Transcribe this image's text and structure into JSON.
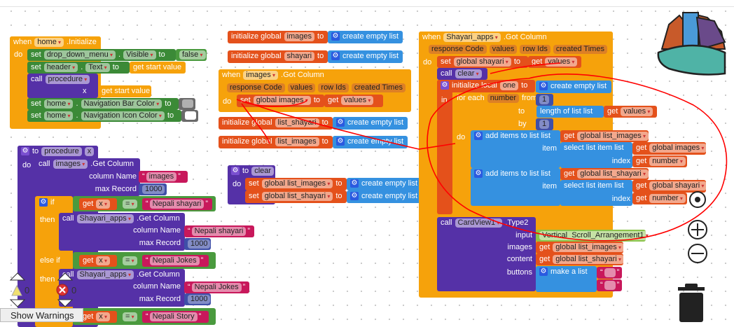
{
  "colors": {
    "event": "#f6a20b",
    "control": "#f6a20b",
    "comp_set": "#3b8a37",
    "logic": "#4a9a3e",
    "proc": "#5531a7",
    "var": "#e4511b",
    "list": "#3591e0",
    "text": "#c8185b",
    "num": "#3f4fa8",
    "comp_block": "#8bc34a",
    "color": "#6a6a6a",
    "label": "transparent",
    "annotation": "#ff0000"
  },
  "blocks": {
    "a_box": {
      "kind": "event",
      "segments": []
    },
    "a_hdr": {
      "kind": "event",
      "segments": [
        {
          "label": "when"
        },
        {
          "dropdown": "home"
        },
        {
          "label": ".Initialize"
        }
      ]
    },
    "a_do": {
      "kind": "label",
      "segments": [
        {
          "label": "do"
        }
      ]
    },
    "a1": {
      "kind": "comp_set",
      "segments": [
        {
          "label": "set"
        },
        {
          "dropdown": "drop_down_menu"
        },
        {
          "label": "."
        },
        {
          "dropdown": "Visible"
        },
        {
          "label": "to"
        }
      ]
    },
    "a1v": {
      "kind": "logic",
      "segments": [
        {
          "dropdown": "false"
        }
      ]
    },
    "a2": {
      "kind": "comp_set",
      "segments": [
        {
          "label": "set"
        },
        {
          "dropdown": "header"
        },
        {
          "label": "."
        },
        {
          "dropdown": "Text"
        },
        {
          "label": "to"
        }
      ]
    },
    "a2v": {
      "kind": "event",
      "segments": [
        {
          "label": "get start value"
        }
      ]
    },
    "a3": {
      "kind": "proc",
      "segments": [
        {
          "label": "call"
        },
        {
          "dropdown": "procedure"
        }
      ]
    },
    "a3x": {
      "kind": "label",
      "segments": [
        {
          "label": "x"
        }
      ]
    },
    "a3v": {
      "kind": "event",
      "segments": [
        {
          "label": "get start value"
        }
      ]
    },
    "a4": {
      "kind": "comp_set",
      "segments": [
        {
          "label": "set"
        },
        {
          "dropdown": "home"
        },
        {
          "label": "."
        },
        {
          "dropdown": "Navigation Bar Color"
        },
        {
          "label": "to"
        }
      ]
    },
    "a4v": {
      "kind": "color",
      "segments": [
        {
          "swatch": "#b0b0b0"
        }
      ]
    },
    "a5": {
      "kind": "comp_set",
      "segments": [
        {
          "label": "set"
        },
        {
          "dropdown": "home"
        },
        {
          "label": "."
        },
        {
          "dropdown": "Navigation Icon Color"
        },
        {
          "label": "to"
        }
      ]
    },
    "a5v": {
      "kind": "color",
      "segments": [
        {
          "swatch": "#ffffff"
        }
      ]
    },
    "b1": {
      "kind": "var",
      "segments": [
        {
          "label": "initialize global"
        },
        {
          "name": "images"
        },
        {
          "label": "to"
        }
      ]
    },
    "b1l": {
      "kind": "list",
      "segments": [
        {
          "icon": "gear"
        },
        {
          "label": "create empty list"
        }
      ]
    },
    "b2": {
      "kind": "var",
      "segments": [
        {
          "label": "initialize global"
        },
        {
          "name": "shayari"
        },
        {
          "label": "to"
        }
      ]
    },
    "b2l": {
      "kind": "list",
      "segments": [
        {
          "icon": "gear"
        },
        {
          "label": "create empty list"
        }
      ]
    },
    "c_box": {
      "kind": "event",
      "segments": []
    },
    "c_hdr": {
      "kind": "event",
      "segments": [
        {
          "label": "when"
        },
        {
          "dropdown": "images"
        },
        {
          "label": ".Got Column"
        }
      ]
    },
    "c_params": {
      "kind": "label",
      "segments": [
        {
          "name": "response Code"
        },
        {
          "name": "values"
        },
        {
          "name": "row Ids"
        },
        {
          "name": "created Times"
        }
      ]
    },
    "c_do": {
      "kind": "label",
      "segments": [
        {
          "label": "do"
        }
      ]
    },
    "c1": {
      "kind": "var",
      "segments": [
        {
          "label": "set"
        },
        {
          "dropdown": "global images"
        },
        {
          "label": "to"
        }
      ]
    },
    "c1v": {
      "kind": "var",
      "segments": [
        {
          "label": "get"
        },
        {
          "dropdown": "values"
        }
      ]
    },
    "d1": {
      "kind": "var",
      "segments": [
        {
          "label": "initialize global"
        },
        {
          "name": "list_shayari"
        },
        {
          "label": "to"
        }
      ]
    },
    "d1l": {
      "kind": "list",
      "segments": [
        {
          "icon": "gear"
        },
        {
          "label": "create empty list"
        }
      ]
    },
    "d2": {
      "kind": "var",
      "segments": [
        {
          "label": "initialize global"
        },
        {
          "name": "list_images"
        },
        {
          "label": "to"
        }
      ]
    },
    "d2l": {
      "kind": "list",
      "segments": [
        {
          "icon": "gear"
        },
        {
          "label": "create empty list"
        }
      ]
    },
    "e_box": {
      "kind": "proc",
      "segments": []
    },
    "e_hdr": {
      "kind": "proc",
      "segments": [
        {
          "icon": "gear"
        },
        {
          "label": "to"
        },
        {
          "name": "clear"
        }
      ]
    },
    "e_do": {
      "kind": "label",
      "segments": [
        {
          "label": "do"
        }
      ]
    },
    "e1": {
      "kind": "var",
      "segments": [
        {
          "label": "set"
        },
        {
          "dropdown": "global list_images"
        },
        {
          "label": "to"
        }
      ]
    },
    "e1l": {
      "kind": "list",
      "segments": [
        {
          "icon": "gear"
        },
        {
          "label": "create empty list"
        }
      ]
    },
    "e2": {
      "kind": "var",
      "segments": [
        {
          "label": "set"
        },
        {
          "dropdown": "global list_shayari"
        },
        {
          "label": "to"
        }
      ]
    },
    "e2l": {
      "kind": "list",
      "segments": [
        {
          "icon": "gear"
        },
        {
          "label": "create empty list"
        }
      ]
    },
    "f_box": {
      "kind": "proc",
      "segments": []
    },
    "f_hdr": {
      "kind": "proc",
      "segments": [
        {
          "icon": "gear"
        },
        {
          "label": "to"
        },
        {
          "name": "procedure"
        },
        {
          "name": "x"
        }
      ]
    },
    "f_do": {
      "kind": "label",
      "segments": [
        {
          "label": "do"
        }
      ]
    },
    "f1": {
      "kind": "proc",
      "segments": [
        {
          "label": "call"
        },
        {
          "dropdown": "images"
        },
        {
          "label": ".Get Column"
        }
      ]
    },
    "f1a": {
      "kind": "label",
      "segments": [
        {
          "label": "column Name"
        }
      ]
    },
    "f1b": {
      "kind": "label",
      "segments": [
        {
          "label": "max Record"
        }
      ]
    },
    "f1av": {
      "kind": "text",
      "segments": [
        {
          "string": "images"
        }
      ]
    },
    "f1bv": {
      "kind": "num",
      "segments": [
        {
          "number": "1000"
        }
      ]
    },
    "f_if": {
      "kind": "control",
      "segments": []
    },
    "f_if_h": {
      "kind": "label",
      "segments": [
        {
          "icon": "gear"
        },
        {
          "label": "if"
        }
      ]
    },
    "f_then": {
      "kind": "label",
      "segments": [
        {
          "label": "then"
        }
      ]
    },
    "f_elseif": {
      "kind": "label",
      "segments": [
        {
          "label": "else if"
        }
      ]
    },
    "f_then2": {
      "kind": "label",
      "segments": [
        {
          "label": "then"
        }
      ]
    },
    "f_c1": {
      "kind": "logic",
      "segments": []
    },
    "f_c1g": {
      "kind": "var",
      "segments": [
        {
          "label": "get"
        },
        {
          "dropdown": "x"
        }
      ]
    },
    "f_c1e": {
      "kind": "logic",
      "segments": [
        {
          "dropdown": "="
        }
      ]
    },
    "f_c1t": {
      "kind": "text",
      "segments": [
        {
          "string": "Nepali shayari"
        }
      ]
    },
    "f2": {
      "kind": "proc",
      "segments": [
        {
          "label": "call"
        },
        {
          "dropdown": "Shayari_apps"
        },
        {
          "label": ".Get Column"
        }
      ]
    },
    "f2a": {
      "kind": "label",
      "segments": [
        {
          "label": "column Name"
        }
      ]
    },
    "f2b": {
      "kind": "label",
      "segments": [
        {
          "label": "max Record"
        }
      ]
    },
    "f2av": {
      "kind": "text",
      "segments": [
        {
          "string": "Nepali shayari"
        }
      ]
    },
    "f2bv": {
      "kind": "num",
      "segments": [
        {
          "number": "1000"
        }
      ]
    },
    "f_c2": {
      "kind": "logic",
      "segments": []
    },
    "f_c2g": {
      "kind": "var",
      "segments": [
        {
          "label": "get"
        },
        {
          "dropdown": "x"
        }
      ]
    },
    "f_c2e": {
      "kind": "logic",
      "segments": [
        {
          "dropdown": "="
        }
      ]
    },
    "f_c2t": {
      "kind": "text",
      "segments": [
        {
          "string": "Nepali Jokes"
        }
      ]
    },
    "f3": {
      "kind": "proc",
      "segments": [
        {
          "label": "call"
        },
        {
          "dropdown": "Shayari_apps"
        },
        {
          "label": ".Get Column"
        }
      ]
    },
    "f3a": {
      "kind": "label",
      "segments": [
        {
          "label": "column Name"
        }
      ]
    },
    "f3b": {
      "kind": "label",
      "segments": [
        {
          "label": "max Record"
        }
      ]
    },
    "f3av": {
      "kind": "text",
      "segments": [
        {
          "string": "Nepali Jokes"
        }
      ]
    },
    "f3bv": {
      "kind": "num",
      "segments": [
        {
          "number": "1000"
        }
      ]
    },
    "f_c3": {
      "kind": "logic",
      "segments": []
    },
    "f_c3g": {
      "kind": "var",
      "segments": [
        {
          "label": "get"
        },
        {
          "dropdown": "x"
        }
      ]
    },
    "f_c3e": {
      "kind": "logic",
      "segments": [
        {
          "dropdown": "="
        }
      ]
    },
    "f_c3t": {
      "kind": "text",
      "segments": [
        {
          "string": "Nepali Story"
        }
      ]
    },
    "g_box": {
      "kind": "event",
      "segments": []
    },
    "g_hdr": {
      "kind": "event",
      "segments": [
        {
          "label": "when"
        },
        {
          "dropdown": "Shayari_apps"
        },
        {
          "label": ".Got Column"
        }
      ]
    },
    "g_params": {
      "kind": "label",
      "segments": [
        {
          "name": "response Code"
        },
        {
          "name": "values"
        },
        {
          "name": "row Ids"
        },
        {
          "name": "created Times"
        }
      ]
    },
    "g_do": {
      "kind": "label",
      "segments": [
        {
          "label": "do"
        }
      ]
    },
    "g1": {
      "kind": "var",
      "segments": [
        {
          "label": "set"
        },
        {
          "dropdown": "global shayari"
        },
        {
          "label": "to"
        }
      ]
    },
    "g1v": {
      "kind": "var",
      "segments": [
        {
          "label": "get"
        },
        {
          "dropdown": "values"
        }
      ]
    },
    "g2": {
      "kind": "proc",
      "segments": [
        {
          "label": "call"
        },
        {
          "dropdown": "clear"
        }
      ]
    },
    "g_in": {
      "kind": "var",
      "segments": []
    },
    "g3": {
      "kind": "var",
      "segments": [
        {
          "icon": "gear"
        },
        {
          "label": "initialize local"
        },
        {
          "name": "one"
        },
        {
          "label": "to"
        }
      ]
    },
    "g3l": {
      "kind": "list",
      "segments": [
        {
          "icon": "gear"
        },
        {
          "label": "create empty list"
        }
      ]
    },
    "g_inl": {
      "kind": "label",
      "segments": [
        {
          "label": "in"
        }
      ]
    },
    "g4": {
      "kind": "control",
      "segments": []
    },
    "g4h": {
      "kind": "label",
      "segments": [
        {
          "label": "for each"
        },
        {
          "name": "number"
        },
        {
          "label": "from"
        }
      ]
    },
    "g4to": {
      "kind": "label",
      "segments": [
        {
          "label": "to"
        }
      ]
    },
    "g4by": {
      "kind": "label",
      "segments": [
        {
          "label": "by"
        }
      ]
    },
    "g4do": {
      "kind": "label",
      "segments": [
        {
          "label": "do"
        }
      ]
    },
    "g4n1": {
      "kind": "num",
      "segments": [
        {
          "number": "1"
        }
      ]
    },
    "g4len": {
      "kind": "list",
      "segments": [
        {
          "label": "length of list  list"
        }
      ]
    },
    "g4lenv": {
      "kind": "var",
      "segments": [
        {
          "label": "get"
        },
        {
          "dropdown": "values"
        }
      ]
    },
    "g4n2": {
      "kind": "num",
      "segments": [
        {
          "number": "1"
        }
      ]
    },
    "g5": {
      "kind": "list",
      "segments": [
        {
          "icon": "gear"
        },
        {
          "label": "add items to list   list"
        }
      ]
    },
    "g5item": {
      "kind": "label",
      "segments": [
        {
          "label": "item"
        }
      ]
    },
    "g5a": {
      "kind": "var",
      "segments": [
        {
          "label": "get"
        },
        {
          "dropdown": "global list_images"
        }
      ]
    },
    "g5sel": {
      "kind": "list",
      "segments": [
        {
          "label": "select list item  list"
        }
      ]
    },
    "g5idx": {
      "kind": "label",
      "segments": [
        {
          "label": "index"
        }
      ]
    },
    "g5b": {
      "kind": "var",
      "segments": [
        {
          "label": "get"
        },
        {
          "dropdown": "global images"
        }
      ]
    },
    "g5c": {
      "kind": "var",
      "segments": [
        {
          "label": "get"
        },
        {
          "dropdown": "number"
        }
      ]
    },
    "g6": {
      "kind": "list",
      "segments": [
        {
          "icon": "gear"
        },
        {
          "label": "add items to list   list"
        }
      ]
    },
    "g6item": {
      "kind": "label",
      "segments": [
        {
          "label": "item"
        }
      ]
    },
    "g6a": {
      "kind": "var",
      "segments": [
        {
          "label": "get"
        },
        {
          "dropdown": "global list_shayari"
        }
      ]
    },
    "g6sel": {
      "kind": "list",
      "segments": [
        {
          "label": "select list item  list"
        }
      ]
    },
    "g6idx": {
      "kind": "label",
      "segments": [
        {
          "label": "index"
        }
      ]
    },
    "g6b": {
      "kind": "var",
      "segments": [
        {
          "label": "get"
        },
        {
          "dropdown": "global shayari"
        }
      ]
    },
    "g6c": {
      "kind": "var",
      "segments": [
        {
          "label": "get"
        },
        {
          "dropdown": "number"
        }
      ]
    },
    "g7": {
      "kind": "proc",
      "segments": [
        {
          "label": "call"
        },
        {
          "dropdown": "CardView1"
        },
        {
          "label": ".Type2"
        }
      ]
    },
    "g7l1": {
      "kind": "label",
      "segments": [
        {
          "label": "input"
        }
      ]
    },
    "g7l2": {
      "kind": "label",
      "segments": [
        {
          "label": "images"
        }
      ]
    },
    "g7l3": {
      "kind": "label",
      "segments": [
        {
          "label": "content"
        }
      ]
    },
    "g7l4": {
      "kind": "label",
      "segments": [
        {
          "label": "buttons"
        }
      ]
    },
    "g7in": {
      "kind": "comp_block",
      "segments": [
        {
          "dropdown": "Vertical_Scroll_Arrangement1"
        }
      ]
    },
    "g7img": {
      "kind": "var",
      "segments": [
        {
          "label": "get"
        },
        {
          "dropdown": "global list_images"
        }
      ]
    },
    "g7con": {
      "kind": "var",
      "segments": [
        {
          "label": "get"
        },
        {
          "dropdown": "global list_shayari"
        }
      ]
    },
    "g7btn": {
      "kind": "list",
      "segments": [
        {
          "icon": "gear"
        },
        {
          "label": "make a list"
        }
      ]
    },
    "g7t1": {
      "kind": "text",
      "segments": [
        {
          "string": ""
        }
      ]
    },
    "g7t2": {
      "kind": "text",
      "segments": [
        {
          "string": ""
        }
      ]
    }
  },
  "status": {
    "warning_count": "0",
    "error_count": "0",
    "show_warnings_label": "Show Warnings"
  },
  "tools": {
    "backpack_icon": "backpack-icon",
    "center_icon": "target-icon",
    "zoom_in_icon": "plus-icon",
    "zoom_out_icon": "minus-icon",
    "trash_icon": "trash-icon"
  }
}
